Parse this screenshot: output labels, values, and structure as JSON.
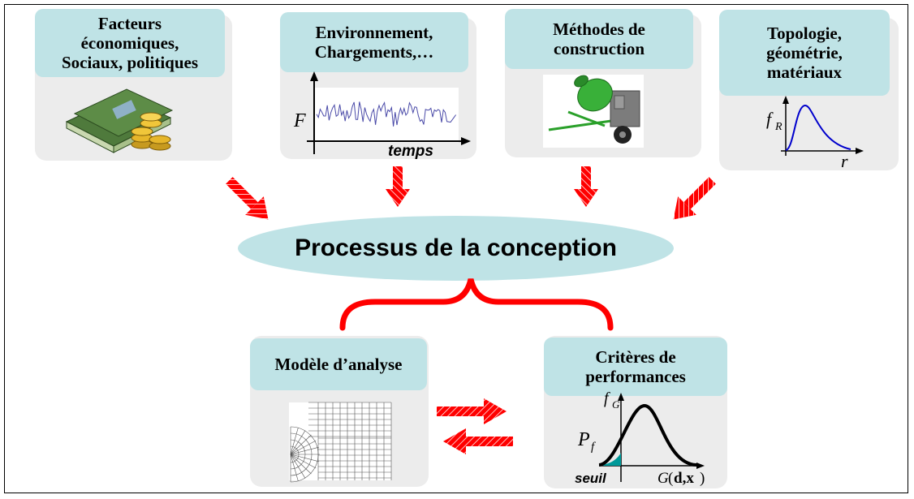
{
  "boxes": {
    "economic": {
      "title": "Facteurs\néconomiques,\nSociaux, politiques"
    },
    "environment": {
      "title": "Environnement,\nChargements,…",
      "graph_y": "F",
      "graph_x": "temps"
    },
    "construction": {
      "title": "Méthodes de\nconstruction"
    },
    "topology": {
      "title": "Topologie,\ngéométrie,\nmatériaux",
      "graph_y": "f",
      "graph_y_sub": "R",
      "graph_x": "r"
    },
    "model": {
      "title": "Modèle d’analyse"
    },
    "criteria": {
      "title": "Critères de\nperformances",
      "graph_y": "f",
      "graph_y_sub": "G",
      "pf": "P",
      "pf_sub": "f",
      "threshold": "seuil",
      "g_func": "G",
      "g_args_bold": "d,x"
    }
  },
  "center": {
    "title": "Processus de la conception"
  },
  "colors": {
    "arrow": "#ff0000",
    "box_bg": "#ececec",
    "header_bg": "#bfe3e6",
    "curve": "#0000cc",
    "tail": "#009999"
  },
  "icons": {
    "economic": "money-icon",
    "construction": "cement-mixer-icon",
    "model": "mesh-grid-icon"
  }
}
